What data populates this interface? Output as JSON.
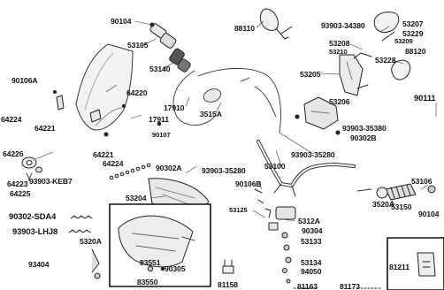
{
  "diagram": {
    "labels": [
      "90104",
      "53105",
      "53140",
      "88110",
      "93903-34380",
      "53207",
      "53229",
      "53209",
      "53208",
      "53210",
      "53228",
      "88120",
      "53205",
      "90106A",
      "64220",
      "90111",
      "53206",
      "17910",
      "3515A",
      "93903-35380",
      "90302B",
      "64224",
      "64221",
      "17911",
      "90107",
      "93903-35280",
      "64221",
      "64224",
      "64226",
      "90302A",
      "93903-35280",
      "53100",
      "64223",
      "93903-KEB7",
      "64225",
      "90106B",
      "53106",
      "53204",
      "53125",
      "3520A",
      "53150",
      "90104",
      "90302-SDA4",
      "5312A",
      "93903-LHJ8",
      "90304",
      "5320A",
      "53133",
      "53134",
      "94050",
      "93404",
      "83551",
      "90305",
      "83550",
      "81211",
      "81158",
      "81163",
      "81173"
    ]
  }
}
